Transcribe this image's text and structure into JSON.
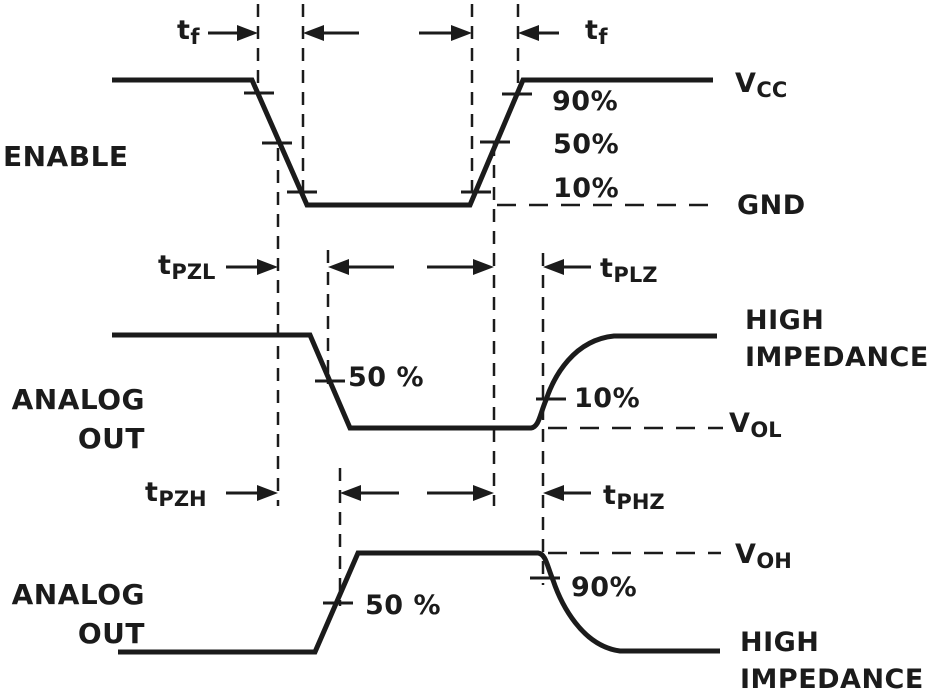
{
  "colors": {
    "ink": "#1b1b1b",
    "background": "#ffffff"
  },
  "rows": {
    "enable": {
      "signal_name": "ENABLE",
      "fall_time_label": {
        "base": "t",
        "sub": "f"
      },
      "rise_time_label": {
        "base": "t",
        "sub": "f"
      },
      "high_level_label": {
        "base": "V",
        "sub": "CC"
      },
      "low_level_label": "GND",
      "thresholds": {
        "p90": "90%",
        "p50": "50%",
        "p10": "10%"
      }
    },
    "analog_out_low": {
      "signal_name": {
        "line1": "ANALOG",
        "line2": "OUT"
      },
      "turn_on_delay_label": {
        "base": "t",
        "sub": "PZL"
      },
      "turn_off_delay_label": {
        "base": "t",
        "sub": "PLZ"
      },
      "high_impedance_label": {
        "line1": "HIGH",
        "line2": "IMPEDANCE"
      },
      "low_level_label": {
        "base": "V",
        "sub": "OL"
      },
      "threshold_50": "50 %",
      "threshold_10": "10%"
    },
    "analog_out_high": {
      "signal_name": {
        "line1": "ANALOG",
        "line2": "OUT"
      },
      "turn_on_delay_label": {
        "base": "t",
        "sub": "PZH"
      },
      "turn_off_delay_label": {
        "base": "t",
        "sub": "PHZ"
      },
      "high_impedance_label": {
        "line1": "HIGH",
        "line2": "IMPEDANCE"
      },
      "high_level_label": {
        "base": "V",
        "sub": "OH"
      },
      "threshold_50": "50 %",
      "threshold_90": "90%"
    }
  }
}
